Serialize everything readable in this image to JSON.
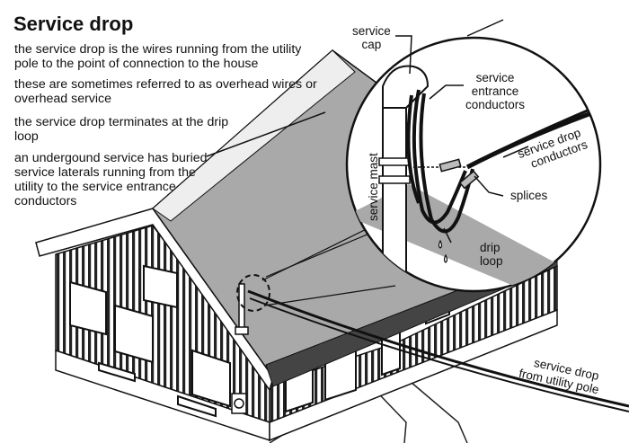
{
  "title": "Service drop",
  "paragraphs": [
    "the service drop is the wires running from the utility pole to the point of connection to the house",
    "these are sometimes referred to as overhead wires or overhead service",
    "the service drop terminates at the drip loop",
    "an undergound service has buried service laterals running from the utility to the service entrance conductors"
  ],
  "labels": {
    "service_cap_1": "service",
    "service_cap_2": "cap",
    "entrance_1": "service",
    "entrance_2": "entrance",
    "entrance_3": "conductors",
    "drop_conductors_1": "service drop",
    "drop_conductors_2": "conductors",
    "splices": "splices",
    "drip_1": "drip",
    "drip_2": "loop",
    "mast": "service mast",
    "from_pole_1": "service drop",
    "from_pole_2": "from utility pole"
  }
}
